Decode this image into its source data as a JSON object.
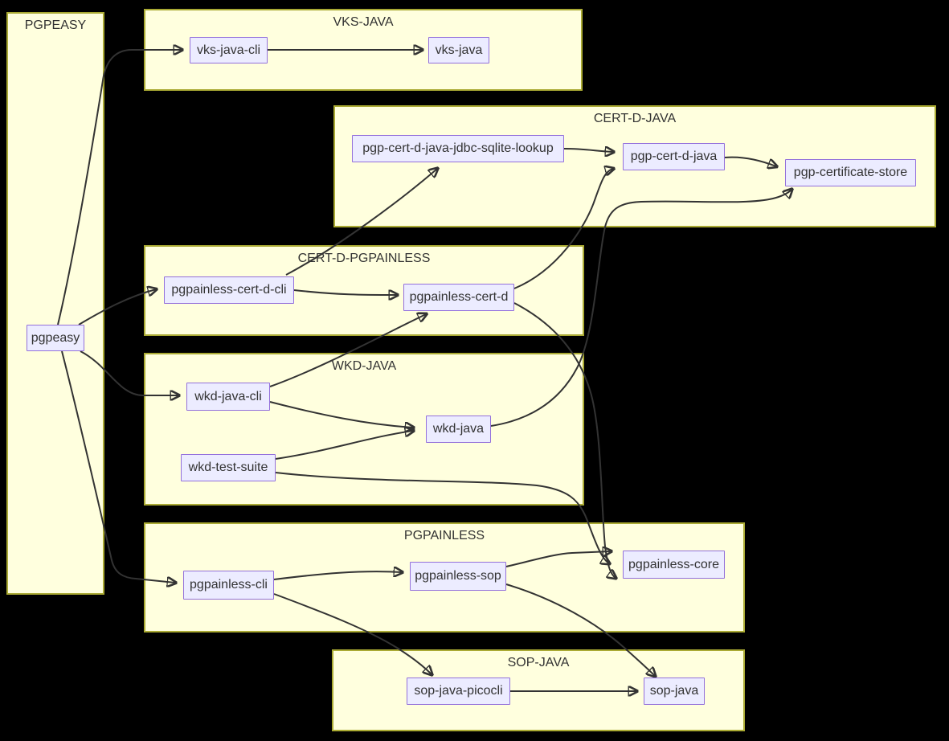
{
  "diagram": {
    "type": "flowchart",
    "background_color": "#000000",
    "colors": {
      "cluster_fill": "#ffffde",
      "cluster_border": "#aaaa33",
      "node_fill": "#ececff",
      "node_border": "#9370db",
      "edge_color": "#333333",
      "text_color": "#333333"
    },
    "clusters": [
      {
        "label": "PGPEASY"
      },
      {
        "label": "VKS-JAVA"
      },
      {
        "label": "CERT-D-JAVA"
      },
      {
        "label": "CERT-D-PGPAINLESS"
      },
      {
        "label": "WKD-JAVA"
      },
      {
        "label": "PGPAINLESS"
      },
      {
        "label": "SOP-JAVA"
      }
    ],
    "nodes": [
      {
        "label": "pgpeasy",
        "cluster": "PGPEASY"
      },
      {
        "label": "vks-java-cli",
        "cluster": "VKS-JAVA"
      },
      {
        "label": "vks-java",
        "cluster": "VKS-JAVA"
      },
      {
        "label": "pgp-cert-d-java-jdbc-sqlite-lookup",
        "cluster": "CERT-D-JAVA"
      },
      {
        "label": "pgp-cert-d-java",
        "cluster": "CERT-D-JAVA"
      },
      {
        "label": "pgp-certificate-store",
        "cluster": "CERT-D-JAVA"
      },
      {
        "label": "pgpainless-cert-d-cli",
        "cluster": "CERT-D-PGPAINLESS"
      },
      {
        "label": "pgpainless-cert-d",
        "cluster": "CERT-D-PGPAINLESS"
      },
      {
        "label": "wkd-java-cli",
        "cluster": "WKD-JAVA"
      },
      {
        "label": "wkd-test-suite",
        "cluster": "WKD-JAVA"
      },
      {
        "label": "wkd-java",
        "cluster": "WKD-JAVA"
      },
      {
        "label": "pgpainless-cli",
        "cluster": "PGPAINLESS"
      },
      {
        "label": "pgpainless-sop",
        "cluster": "PGPAINLESS"
      },
      {
        "label": "pgpainless-core",
        "cluster": "PGPAINLESS"
      },
      {
        "label": "sop-java-picocli",
        "cluster": "SOP-JAVA"
      },
      {
        "label": "sop-java",
        "cluster": "SOP-JAVA"
      }
    ],
    "edges": [
      {
        "from": "pgpeasy",
        "to": "vks-java-cli"
      },
      {
        "from": "pgpeasy",
        "to": "pgpainless-cert-d-cli"
      },
      {
        "from": "pgpeasy",
        "to": "wkd-java-cli"
      },
      {
        "from": "pgpeasy",
        "to": "pgpainless-cli"
      },
      {
        "from": "vks-java-cli",
        "to": "vks-java"
      },
      {
        "from": "pgpainless-cert-d-cli",
        "to": "pgp-cert-d-java-jdbc-sqlite-lookup"
      },
      {
        "from": "pgpainless-cert-d-cli",
        "to": "pgpainless-cert-d"
      },
      {
        "from": "pgp-cert-d-java-jdbc-sqlite-lookup",
        "to": "pgp-cert-d-java"
      },
      {
        "from": "pgpainless-cert-d",
        "to": "pgp-cert-d-java"
      },
      {
        "from": "pgp-cert-d-java",
        "to": "pgp-certificate-store"
      },
      {
        "from": "pgpainless-cert-d",
        "to": "pgpainless-core"
      },
      {
        "from": "wkd-java-cli",
        "to": "pgpainless-cert-d"
      },
      {
        "from": "wkd-java-cli",
        "to": "wkd-java"
      },
      {
        "from": "wkd-test-suite",
        "to": "wkd-java"
      },
      {
        "from": "wkd-test-suite",
        "to": "pgpainless-core"
      },
      {
        "from": "wkd-java",
        "to": "pgp-certificate-store"
      },
      {
        "from": "pgpainless-cli",
        "to": "pgpainless-sop"
      },
      {
        "from": "pgpainless-cli",
        "to": "sop-java-picocli"
      },
      {
        "from": "pgpainless-sop",
        "to": "pgpainless-core"
      },
      {
        "from": "pgpainless-sop",
        "to": "sop-java"
      },
      {
        "from": "sop-java-picocli",
        "to": "sop-java"
      }
    ]
  }
}
